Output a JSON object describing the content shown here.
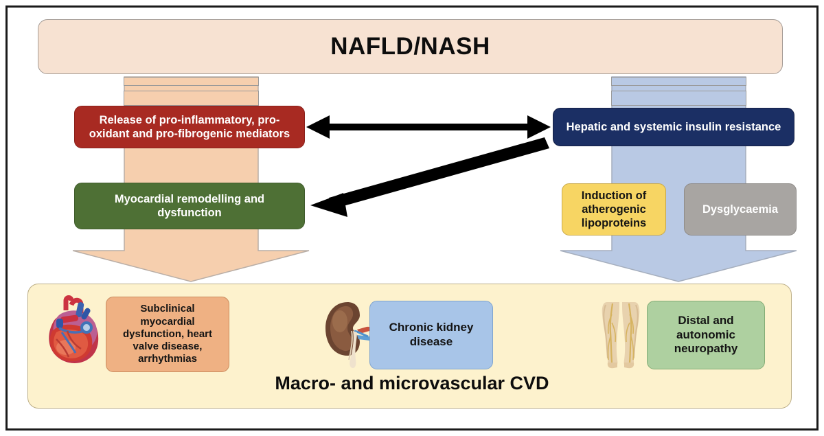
{
  "header": {
    "title": "NAFLD/NASH"
  },
  "pathways": {
    "left": {
      "inflammation_box": "Release of pro-inflammatory, pro-oxidant and pro-fibrogenic mediators",
      "myocardial_box": "Myocardial remodelling and dysfunction"
    },
    "right": {
      "insulin_box": "Hepatic and systemic insulin resistance",
      "lipoprotein_box": "Induction of atherogenic lipoproteins",
      "dysglycaemia_box": "Dysglycaemia"
    }
  },
  "outcomes": {
    "caption": "Macro- and microvascular CVD",
    "items": [
      {
        "icon": "heart-icon",
        "label": "Subclinical myocardial dysfunction, heart valve disease, arrhythmias"
      },
      {
        "icon": "kidney-icon",
        "label": "Chronic kidney disease"
      },
      {
        "icon": "legs-nerves-icon",
        "label": "Distal and autonomic neuropathy"
      }
    ]
  },
  "colors": {
    "header_band": "#f7e2d2",
    "left_flow_arrow": "#f6cfae",
    "right_flow_arrow": "#b9c9e4",
    "inflammation": "#a82a22",
    "insulin": "#1b2f64",
    "myocardial": "#4e7035",
    "lipoproteins": "#f7d563",
    "dysglycaemia": "#a8a5a2",
    "cvd_panel": "#fdf2cd",
    "cardiac_outcome": "#efb183",
    "renal_outcome": "#a8c5e8",
    "neuropathy_outcome": "#aed0a0",
    "connector_arrow": "#000000"
  }
}
